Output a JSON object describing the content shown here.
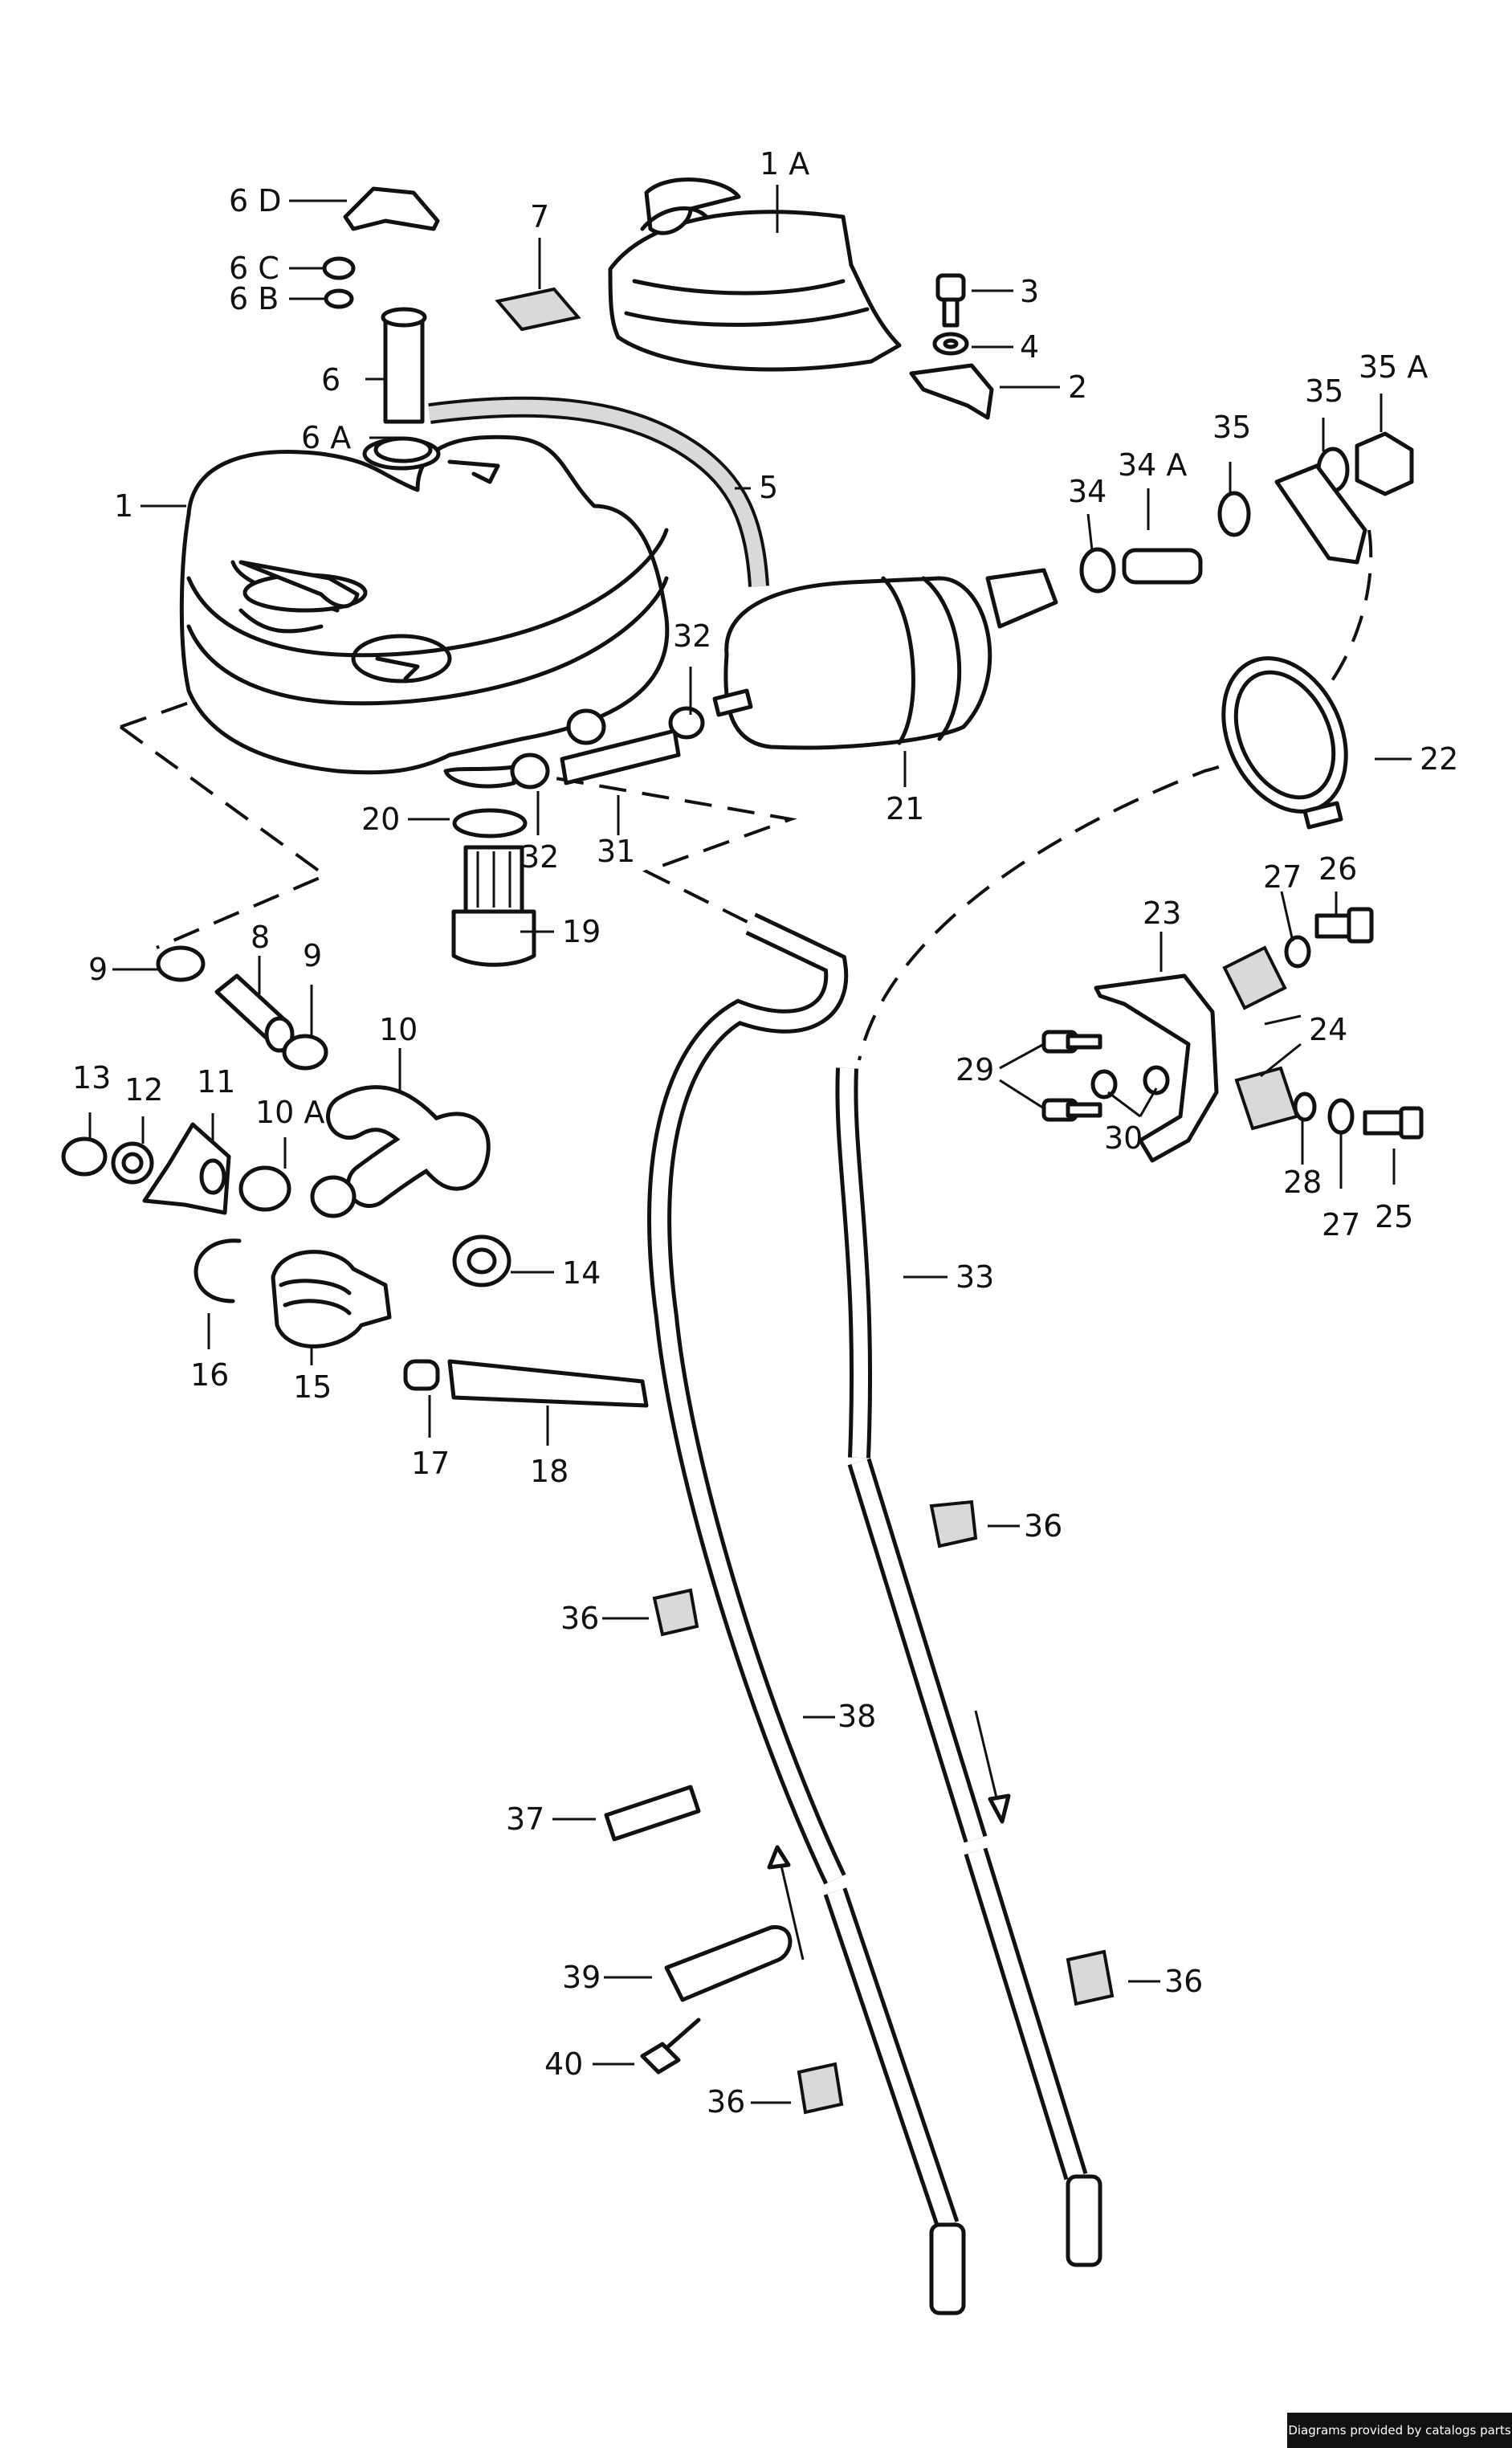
{
  "credit": "Diagrams provided by catalogs parts",
  "callouts": {
    "c1": "1",
    "c1A": "1 A",
    "c2": "2",
    "c3": "3",
    "c4": "4",
    "c5": "5",
    "c6": "6",
    "c6A": "6 A",
    "c6B": "6 B",
    "c6C": "6 C",
    "c6D": "6 D",
    "c7": "7",
    "c8": "8",
    "c9a": "9",
    "c9b": "9",
    "c10": "10",
    "c10A": "10 A",
    "c11": "11",
    "c12": "12",
    "c13": "13",
    "c14": "14",
    "c15": "15",
    "c16": "16",
    "c17": "17",
    "c18": "18",
    "c19": "19",
    "c20": "20",
    "c21": "21",
    "c22": "22",
    "c23": "23",
    "c24": "24",
    "c25": "25",
    "c26": "26",
    "c27a": "27",
    "c27b": "27",
    "c28": "28",
    "c29": "29",
    "c30": "30",
    "c31": "31",
    "c32a": "32",
    "c32b": "32",
    "c33": "33",
    "c34": "34",
    "c34A": "34 A",
    "c35a": "35",
    "c35b": "35",
    "c35A": "35 A",
    "c36a": "36",
    "c36b": "36",
    "c36c": "36",
    "c36d": "36",
    "c37": "37",
    "c38": "38",
    "c39": "39",
    "c40": "40"
  }
}
